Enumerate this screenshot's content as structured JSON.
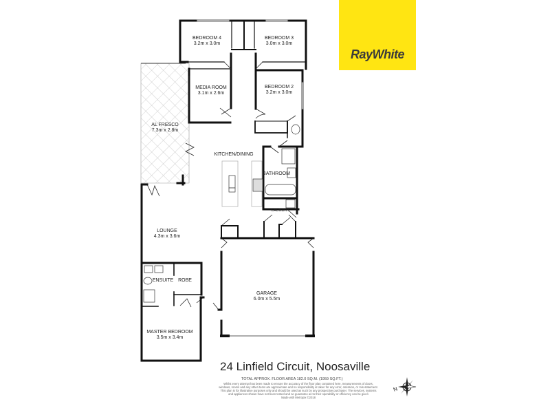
{
  "brand": {
    "name": "RayWhite",
    "logo_bg": "#FFE512",
    "logo_text_color": "#3a3a3a"
  },
  "plan": {
    "address": "24 Linfield Circuit, Noosaville",
    "total_area": "TOTAL APPROX. FLOOR AREA 182.0 SQ.M. (1959 SQ.FT.)",
    "disclaimer": "Whilst every attempt has been made to ensure the accuracy of the floor plan contained here, measurements of doors, windows, rooms and any other items are approximate and no responsibility is taken for any error, omission, or mis-statement. This plan is for illustrative purposes only and should be used as such by any prospective purchaser. The services, systems and appliances shown have not been tested and no guarantee as to their operability or efficiency can be given",
    "made_with": "Made with Metropix ©2018",
    "compass_label": "N",
    "wall_color": "#111111",
    "hatch_color": "#bbbbbb"
  },
  "rooms": {
    "bedroom4": {
      "name": "BEDROOM 4",
      "dim": "3.2m x 3.0m"
    },
    "bedroom3": {
      "name": "BEDROOM 3",
      "dim": "3.0m x 3.0m"
    },
    "media": {
      "name": "MEDIA ROOM",
      "dim": "3.1m x 2.6m"
    },
    "bedroom2": {
      "name": "BEDROOM 2",
      "dim": "3.2m x 3.0m"
    },
    "alfresco": {
      "name": "AL FRESCO",
      "dim": "7.3m x 2.8m"
    },
    "kitchen": {
      "name": "KITCHEN/DINING",
      "dim": ""
    },
    "bathroom": {
      "name": "BATHROOM",
      "dim": ""
    },
    "laundry": {
      "name": "LAUNDRY",
      "dim": ""
    },
    "lounge": {
      "name": "LOUNGE",
      "dim": "4.3m x 3.6m"
    },
    "ensuite": {
      "name": "ENSUITE",
      "dim": ""
    },
    "robe": {
      "name": "ROBE",
      "dim": ""
    },
    "garage": {
      "name": "GARAGE",
      "dim": "6.0m x 5.5m"
    },
    "master": {
      "name": "MASTER BEDROOM",
      "dim": "3.5m x 3.4m"
    }
  }
}
